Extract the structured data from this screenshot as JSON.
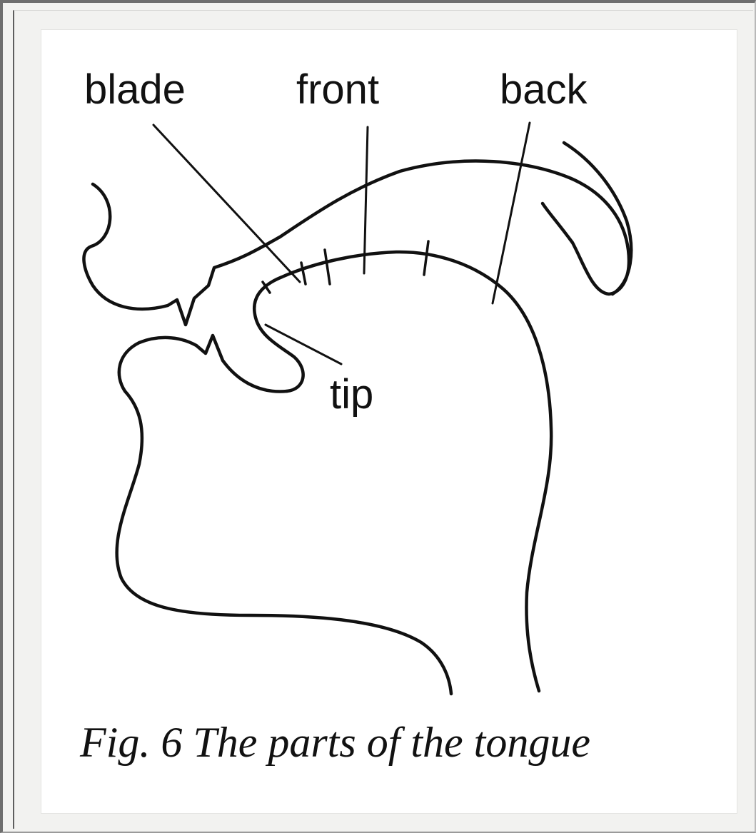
{
  "labels": {
    "blade": "blade",
    "front": "front",
    "back": "back",
    "tip": "tip"
  },
  "caption": "Fig. 6 The parts of the tongue",
  "colors": {
    "frame": "#f2f2f0",
    "panel": "#ffffff",
    "ink": "#111111"
  }
}
